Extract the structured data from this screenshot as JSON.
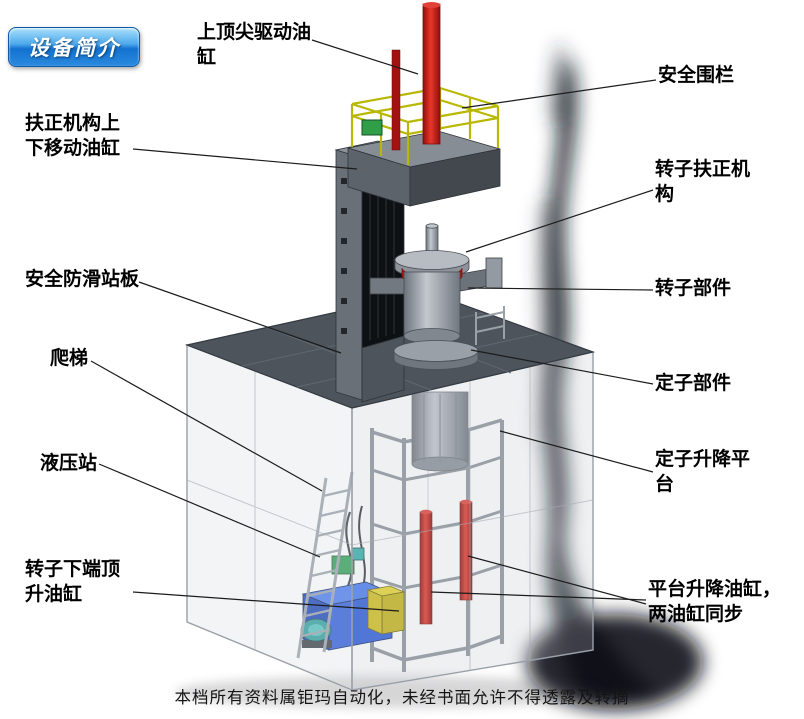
{
  "badge": {
    "label": "设备简介"
  },
  "labels": {
    "top_cylinder": "上顶尖驱动油缸",
    "safety_fence": "安全围栏",
    "centering_cylinder": "扶正机构上下移动油缸",
    "rotor_centering": "转子扶正机构",
    "antislip_board": "安全防滑站板",
    "rotor_part": "转子部件",
    "ladder": "爬梯",
    "stator_part": "定子部件",
    "hydraulic_station": "液压站",
    "stator_lift_platform": "定子升降平台",
    "rotor_bottom_cylinder": "转子下端顶升油缸",
    "platform_cylinders": "平台升降油缸，两油缸同步"
  },
  "footer": {
    "text": "本档所有资料属钜玛自动化，未经书面允许不得透露及转摘"
  },
  "colors": {
    "badge_blue": "#1f7fd6",
    "cylinder_red": "#c41210",
    "railing_yellow": "#b9b800",
    "hydraulic_blue": "#2d5cd8",
    "platform_gray": "#4d545c"
  }
}
